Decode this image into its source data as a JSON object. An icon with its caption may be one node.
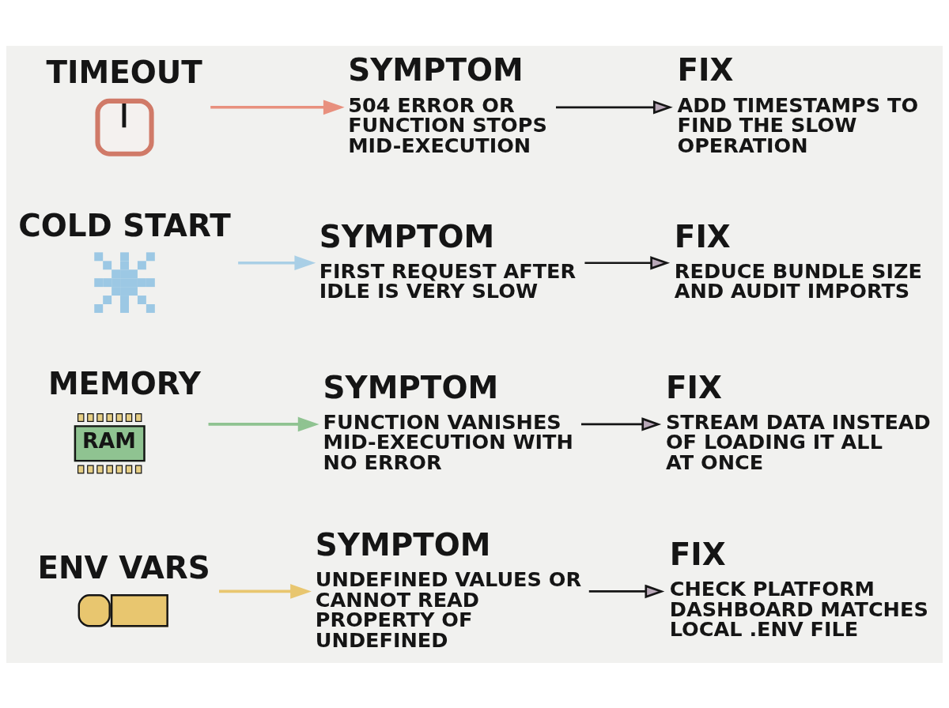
{
  "diagram": {
    "nodes": [
      {
        "text": [
          "TIMEOUT"
        ]
      },
      {
        "text": [
          "SYMPTOM",
          "504 ERROR OR FUNCTION STOPS MID-EXECUTION"
        ]
      },
      {
        "text": [
          "FIX",
          "ADD TIMESTAMPS TO FIND THE SLOW OPERATION"
        ]
      },
      {
        "text": [
          "COLD START"
        ]
      },
      {
        "text": [
          "SYMPTOM",
          "FIRST REQUEST AFTER IDLE IS VERY SLOW"
        ]
      },
      {
        "text": [
          "FIX",
          "REDUCE BUNDLE SIZE AND AUDIT IMPORTS"
        ]
      },
      {
        "text": [
          "MEMORY",
          "RAM"
        ]
      },
      {
        "text": [
          "SYMPTOM",
          "FUNCTION VANISHES MID-EXECUTION WITH NO ERROR"
        ]
      },
      {
        "text": [
          "FIX",
          "STREAM DATA INSTEAD OF LOADING IT ALL AT ONCE"
        ]
      },
      {
        "text": [
          "ENV VARS"
        ]
      },
      {
        "text": [
          "SYMPTOM",
          "UNDEFINED VALUES OR CANNOT READ PROPERTY OF UNDEFINED"
        ]
      },
      {
        "text": [
          "FIX",
          "CHECK PLATFORM DASHBOARD MATCHES LOCAL .ENV FILE"
        ]
      }
    ],
    "edges": [
      {
        "from": 0,
        "to": 1,
        "arrow": "to",
        "color": "#e8907e"
      },
      {
        "from": 1,
        "to": 2,
        "arrow": "to"
      },
      {
        "from": 3,
        "to": 4,
        "arrow": "to",
        "color": "#a9cfe6"
      },
      {
        "from": 4,
        "to": 5,
        "arrow": "to"
      },
      {
        "from": 6,
        "to": 7,
        "arrow": "to",
        "color": "#8fc391"
      },
      {
        "from": 7,
        "to": 8,
        "arrow": "to"
      },
      {
        "from": 9,
        "to": 10,
        "arrow": "to",
        "color": "#e8c66f"
      },
      {
        "from": 10,
        "to": 11,
        "arrow": "to"
      }
    ]
  }
}
